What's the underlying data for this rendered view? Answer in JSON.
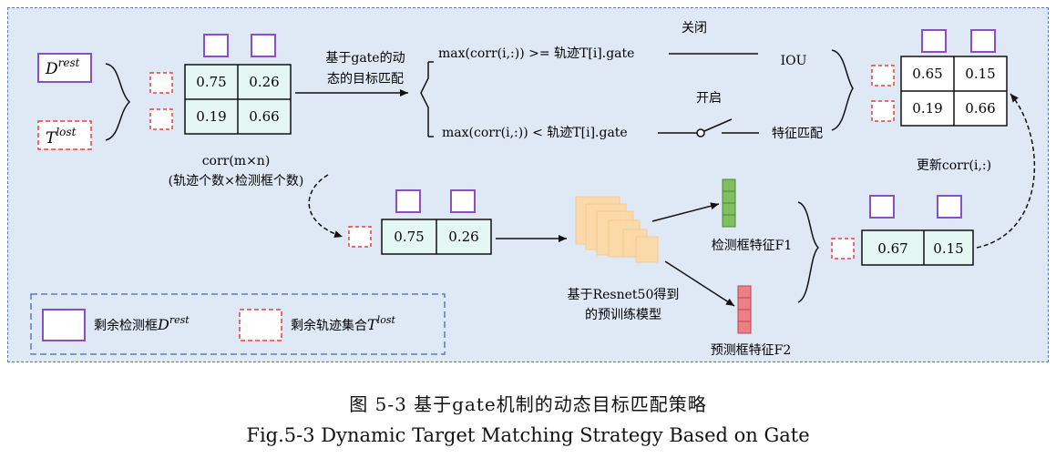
{
  "inputs": {
    "d_label": "D",
    "d_sup": "rest",
    "t_label": "T",
    "t_sup": "lost"
  },
  "matrix1": {
    "cells": [
      "0.75",
      "0.26",
      "0.19",
      "0.66"
    ],
    "label": "corr(m×n)",
    "sublabel": "(轨迹个数×检测框个数)"
  },
  "branch": {
    "title_line1": "基于gate的动",
    "title_line2": "态的目标匹配",
    "upper_condition": "max(corr(i,:)) >= 轨迹T[i].gate",
    "lower_condition": "max(corr(i,:)) < 轨迹T[i].gate",
    "switch_closed_label": "关闭",
    "switch_open_label": "开启",
    "iou_label": "IOU",
    "feature_match_label": "特征匹配"
  },
  "matrix2": {
    "cells": [
      "0.65",
      "0.15",
      "0.19",
      "0.66"
    ],
    "update_label": "更新corr(i,:)"
  },
  "row1": {
    "cells": [
      "0.75",
      "0.26"
    ]
  },
  "model": {
    "label_line1": "基于Resnet50得到",
    "label_line2": "的预训练模型",
    "feature1_label": "检测框特征F1",
    "feature2_label": "预测框特征F2"
  },
  "row2": {
    "cells": [
      "0.67",
      "0.15"
    ]
  },
  "legend": {
    "det_text": "剩余检测框",
    "det_sym": "D",
    "det_sup": "rest",
    "trk_text": "剩余轨迹集合",
    "trk_sym": "T",
    "trk_sup": "lost"
  },
  "caption": {
    "chinese": "图 5-3  基于gate机制的动态目标匹配策略",
    "english": "Fig.5-3 Dynamic Target Matching Strategy Based on Gate"
  },
  "colors": {
    "background": "#dfe8f5",
    "detection_box": "#8a4fc4",
    "track_box": "#e0413f",
    "cell_fill": "#e4f7f3",
    "feature_green": "#7fbf60",
    "feature_red": "#ef7f86",
    "model_orange": "#fcd9a8"
  }
}
